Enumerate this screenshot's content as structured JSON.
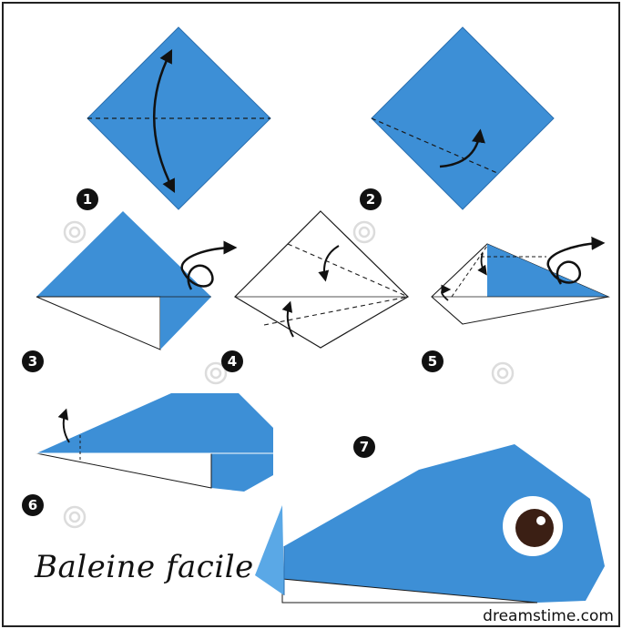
{
  "title": "Baleine facile",
  "credit": "dreamstime.com",
  "steps": [
    "1",
    "2",
    "3",
    "4",
    "5",
    "6",
    "7"
  ],
  "colors": {
    "paper_blue": "#3d8fd6",
    "paper_light_blue": "#5aa8e6",
    "paper_white": "#ffffff",
    "outline": "#1a1a1a",
    "eye_pupil": "#3b1f14",
    "watermark": "#d8d8d8"
  }
}
